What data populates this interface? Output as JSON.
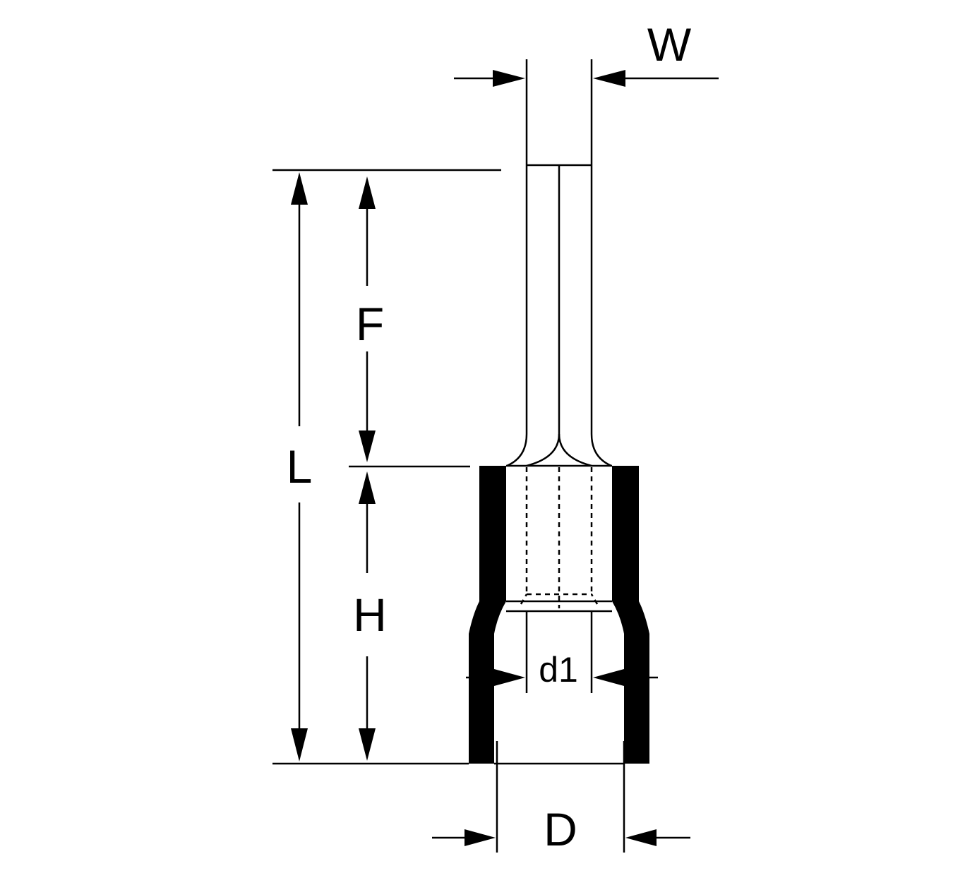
{
  "labels": {
    "W": "W",
    "F": "F",
    "L": "L",
    "H": "H",
    "d1": "d1",
    "D": "D"
  },
  "colors": {
    "ink": "#000000",
    "background": "#ffffff"
  }
}
